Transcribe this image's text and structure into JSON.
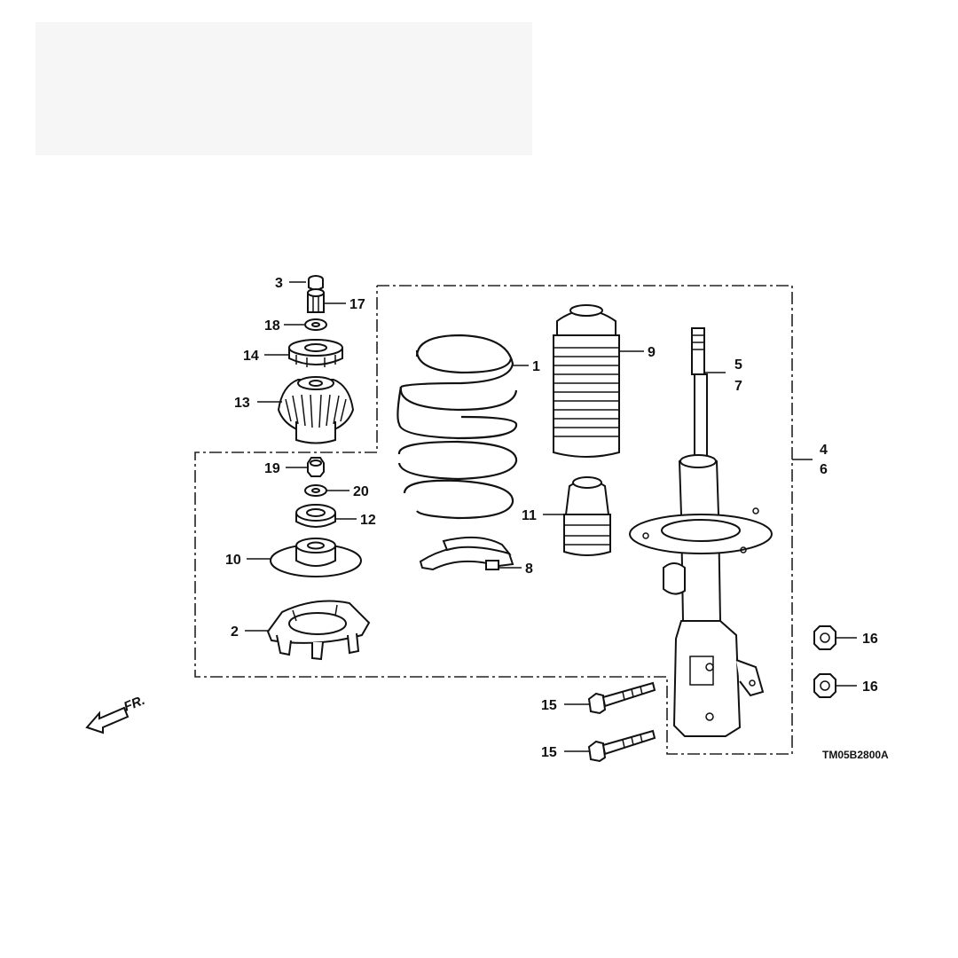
{
  "diagram": {
    "callouts": {
      "p1": "1",
      "p2": "2",
      "p3": "3",
      "p4": "4",
      "p5": "5",
      "p6": "6",
      "p7": "7",
      "p8": "8",
      "p9": "9",
      "p10": "10",
      "p11": "11",
      "p12": "12",
      "p13": "13",
      "p14": "14",
      "p15a": "15",
      "p15b": "15",
      "p16a": "16",
      "p16b": "16",
      "p17": "17",
      "p18": "18",
      "p19": "19",
      "p20": "20"
    },
    "front_indicator": "FR.",
    "drawing_code": "TM05B2800A"
  }
}
